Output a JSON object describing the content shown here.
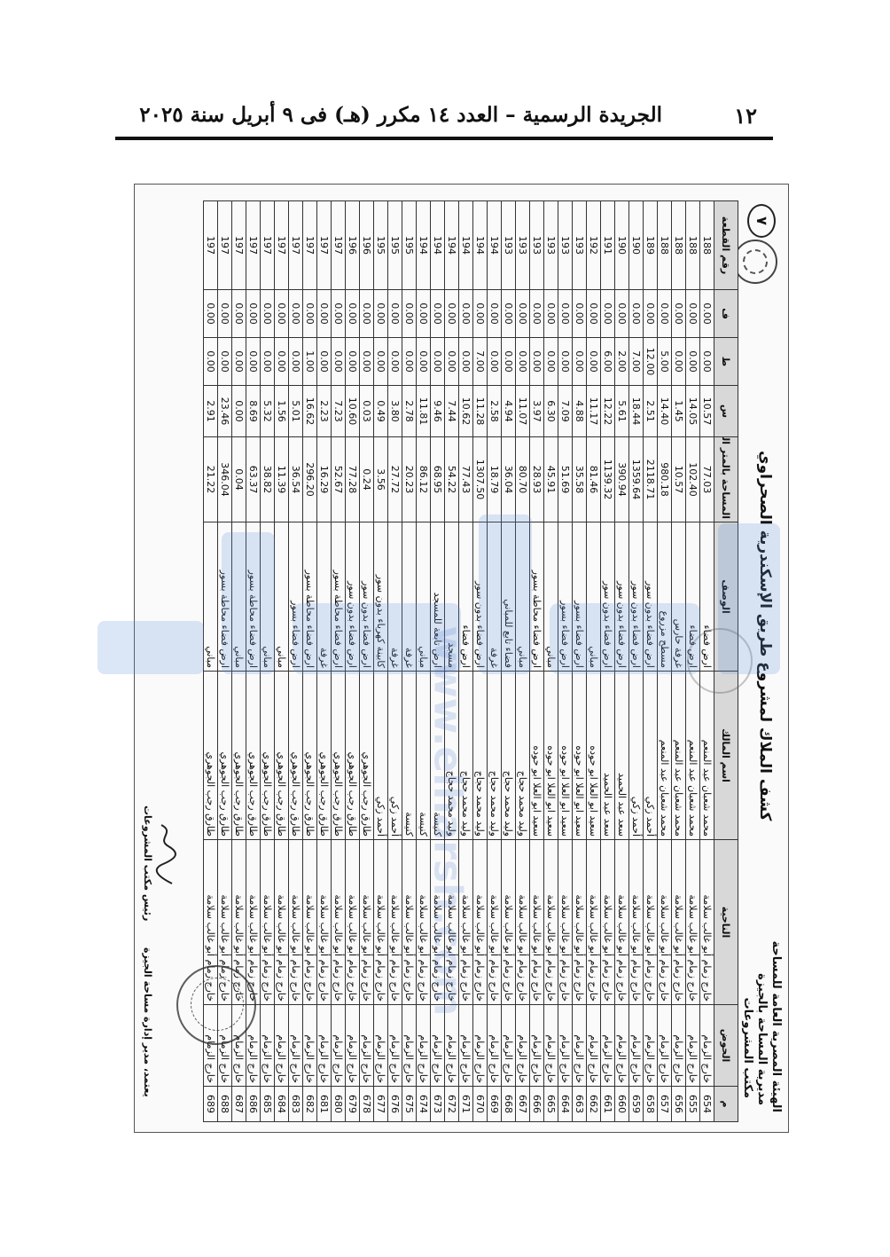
{
  "header": {
    "page_number": "١٢",
    "title": "الجريدة الرسمية – العدد ١٤ مكرر (هـ) فى ٩ أبريل سنة ٢٠٢٥"
  },
  "document": {
    "page_mark": "٧",
    "org_lines": [
      "الهيئة المصرية العامة للمساحة",
      "مديرية المساحة بالجيزة",
      "مكتب المشروعات"
    ],
    "title": "كشف الملاك لمشروع طريق الإسكندرية الصحراوي",
    "signature_left": "رئيس مكتب المشروعات",
    "signature_right": "يعتمد، مدير إدارة مساحة الجيزة"
  },
  "table": {
    "columns": [
      "م",
      "الحوض",
      "الناحية",
      "اسم المالك",
      "الوصف",
      "المساحة بالمتر المربع",
      "س",
      "ط",
      "ف",
      "رقم القطعة"
    ],
    "rows": [
      [
        "654",
        "خارج الزمام",
        "خارج زمام أبو غالب سلامة",
        "محمد شعبان عبد المنعم",
        "ارض فضاء",
        "77.03",
        "10.57",
        "0.00",
        "0.00",
        "188"
      ],
      [
        "655",
        "خارج الزمام",
        "خارج زمام أبو غالب سلامة",
        "محمد شعبان عبد المنعم",
        "ارض فضاء",
        "102.40",
        "14.05",
        "0.00",
        "0.00",
        "188"
      ],
      [
        "656",
        "خارج الزمام",
        "خارج زمام أبو غالب سلامة",
        "محمد شعبان عبد المنعم",
        "غرفة حارس",
        "10.57",
        "1.45",
        "0.00",
        "0.00",
        "188"
      ],
      [
        "657",
        "خارج الزمام",
        "خارج زمام أبو غالب سلامة",
        "محمد شعبان عبد المنعم",
        "مسطح مزروع",
        "980.18",
        "14.40",
        "5.00",
        "0.00",
        "188"
      ],
      [
        "658",
        "خارج الزمام",
        "خارج زمام أبو غالب سلامة",
        "أحمد زكي",
        "ارض فضاء بدون سور",
        "2118.71",
        "2.51",
        "12.00",
        "0.00",
        "189"
      ],
      [
        "659",
        "خارج الزمام",
        "خارج زمام أبو غالب سلامة",
        "أحمد زكي",
        "ارض فضاء بدون سور",
        "1359.64",
        "18.44",
        "7.00",
        "0.00",
        "190"
      ],
      [
        "660",
        "خارج الزمام",
        "خارج زمام أبو غالب سلامة",
        "سعد عبد الحميد",
        "ارض فضاء بدون سور",
        "390.94",
        "5.61",
        "2.00",
        "0.00",
        "190"
      ],
      [
        "661",
        "خارج الزمام",
        "خارج زمام أبو غالب سلامة",
        "سعد عبد الحميد",
        "ارض فضاء بدون سور",
        "1139.32",
        "12.22",
        "6.00",
        "0.00",
        "191"
      ],
      [
        "662",
        "خارج الزمام",
        "خارج زمام أبو غالب سلامة",
        "سعيد ابو العلا ابو حوده",
        "مباني",
        "81.46",
        "11.17",
        "0.00",
        "0.00",
        "192"
      ],
      [
        "663",
        "خارج الزمام",
        "خارج زمام أبو غالب سلامة",
        "سعيد ابو العلا ابو حوده",
        "ارض فضاء بسور",
        "35.58",
        "4.88",
        "0.00",
        "0.00",
        "193"
      ],
      [
        "664",
        "خارج الزمام",
        "خارج زمام أبو غالب سلامة",
        "سعيد ابو العلا ابو حوده",
        "ارض فضاء بسور",
        "51.69",
        "7.09",
        "0.00",
        "0.00",
        "193"
      ],
      [
        "665",
        "خارج الزمام",
        "خارج زمام أبو غالب سلامة",
        "سعيد ابو العلا ابو حوده",
        "مباني",
        "45.91",
        "6.30",
        "0.00",
        "0.00",
        "193"
      ],
      [
        "666",
        "خارج الزمام",
        "خارج زمام أبو غالب سلامة",
        "سعيد ابو العلا ابو حوده",
        "ارض فضاء محاطة بسور",
        "28.93",
        "3.97",
        "0.00",
        "0.00",
        "193"
      ],
      [
        "667",
        "خارج الزمام",
        "خارج زمام أبو غالب سلامة",
        "وليد محمد حجاج",
        "مباني",
        "80.70",
        "11.07",
        "0.00",
        "0.00",
        "193"
      ],
      [
        "668",
        "خارج الزمام",
        "خارج زمام أبو غالب سلامة",
        "وليد محمد حجاج",
        "فضاء تابع للمباني",
        "36.04",
        "4.94",
        "0.00",
        "0.00",
        "193"
      ],
      [
        "669",
        "خارج الزمام",
        "خارج زمام أبو غالب سلامة",
        "وليد محمد حجاج",
        "غرفة",
        "18.79",
        "2.58",
        "0.00",
        "0.00",
        "194"
      ],
      [
        "670",
        "خارج الزمام",
        "خارج زمام أبو غالب سلامة",
        "وليد محمد حجاج",
        "ارض فضاء بدون سور",
        "1307.50",
        "11.28",
        "7.00",
        "0.00",
        "194"
      ],
      [
        "671",
        "خارج الزمام",
        "خارج زمام أبو غالب سلامة",
        "وليد محمد حجاج",
        "ارض فضاء",
        "77.43",
        "10.62",
        "0.00",
        "0.00",
        "194"
      ],
      [
        "672",
        "خارج الزمام",
        "خارج زمام أبو غالب سلامة",
        "وليد محمد حجاج",
        "مسجد",
        "54.22",
        "7.44",
        "0.00",
        "0.00",
        "194"
      ],
      [
        "673",
        "خارج الزمام",
        "خارج زمام أبو غالب سلامة",
        "كنيسة",
        "ارض تابعة للمسجد",
        "68.95",
        "9.46",
        "0.00",
        "0.00",
        "194"
      ],
      [
        "674",
        "خارج الزمام",
        "خارج زمام أبو غالب سلامة",
        "كنيسة",
        "مباني",
        "86.12",
        "11.81",
        "0.00",
        "0.00",
        "194"
      ],
      [
        "675",
        "خارج الزمام",
        "خارج زمام أبو غالب سلامة",
        "كنيسة",
        "غرفة",
        "20.23",
        "2.78",
        "0.00",
        "0.00",
        "195"
      ],
      [
        "676",
        "خارج الزمام",
        "خارج زمام أبو غالب سلامة",
        "أحمد زكي",
        "غرفة",
        "27.72",
        "3.80",
        "0.00",
        "0.00",
        "195"
      ],
      [
        "677",
        "خارج الزمام",
        "خارج زمام أبو غالب سلامة",
        "أحمد زكي",
        "كابينة كهرباء بدون سور",
        "3.56",
        "0.49",
        "0.00",
        "0.00",
        "195"
      ],
      [
        "678",
        "خارج الزمام",
        "خارج زمام أبو غالب سلامة",
        "طارق رجب الجوهري",
        "ارض فضاء بدون سور",
        "0.24",
        "0.03",
        "0.00",
        "0.00",
        "196"
      ],
      [
        "679",
        "خارج الزمام",
        "خارج زمام أبو غالب سلامة",
        "طارق رجب الجوهري",
        "ارض فضاء بدون سور",
        "77.28",
        "10.60",
        "0.00",
        "0.00",
        "196"
      ],
      [
        "680",
        "خارج الزمام",
        "خارج زمام أبو غالب سلامة",
        "طارق رجب الجوهري",
        "ارض فضاء محاطة بسور",
        "52.67",
        "7.23",
        "0.00",
        "0.00",
        "197"
      ],
      [
        "681",
        "خارج الزمام",
        "خارج زمام أبو غالب سلامة",
        "طارق رجب الجوهري",
        "غرفة",
        "16.29",
        "2.23",
        "0.00",
        "0.00",
        "197"
      ],
      [
        "682",
        "خارج الزمام",
        "خارج زمام أبو غالب سلامة",
        "طارق رجب الجوهري",
        "ارض فضاء محاطة بسور",
        "296.20",
        "16.62",
        "1.00",
        "0.00",
        "197"
      ],
      [
        "683",
        "خارج الزمام",
        "خارج زمام أبو غالب سلامة",
        "طارق رجب الجوهري",
        "ارض فضاء بسور",
        "36.54",
        "5.01",
        "0.00",
        "0.00",
        "197"
      ],
      [
        "684",
        "خارج الزمام",
        "خارج زمام أبو غالب سلامة",
        "طارق رجب الجوهري",
        "مباني",
        "11.39",
        "1.56",
        "0.00",
        "0.00",
        "197"
      ],
      [
        "685",
        "خارج الزمام",
        "خارج زمام أبو غالب سلامة",
        "طارق رجب الجوهري",
        "مباني",
        "38.82",
        "5.32",
        "0.00",
        "0.00",
        "197"
      ],
      [
        "686",
        "خارج الزمام",
        "خارج زمام أبو غالب سلامة",
        "طارق رجب الجوهري",
        "ارض فضاء محاطة بسور",
        "63.37",
        "8.69",
        "0.00",
        "0.00",
        "197"
      ],
      [
        "687",
        "خارج الزمام",
        "خارج زمام أبو غالب سلامة",
        "طارق رجب الجوهري",
        "مباني",
        "0.04",
        "0.00",
        "0.00",
        "0.00",
        "197"
      ],
      [
        "688",
        "خارج الزمام",
        "خارج زمام أبو غالب سلامة",
        "طارق رجب الجوهري",
        "ارض فضاء محاطة بسور",
        "346.04",
        "23.46",
        "0.00",
        "0.00",
        "197"
      ],
      [
        "689",
        "خارج الزمام",
        "خارج زمام أبو غالب سلامة",
        "طارق رجب الجوهري",
        "مباني",
        "21.22",
        "2.91",
        "0.00",
        "0.00",
        "197"
      ]
    ]
  },
  "watermark": {
    "text": "www.elharsh.com",
    "color": "#5b8fd6"
  }
}
